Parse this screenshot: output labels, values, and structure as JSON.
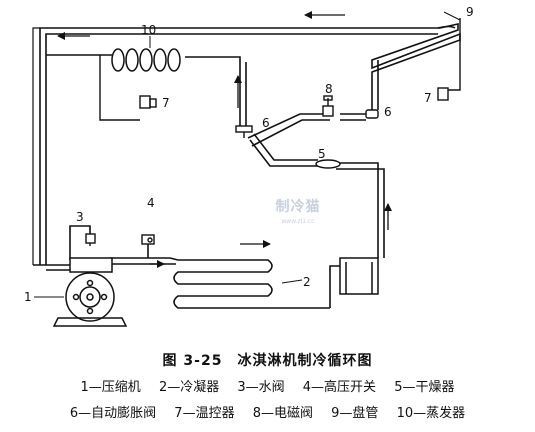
{
  "figure": {
    "title": "图 3-25　冰淇淋机制冷循环图",
    "labels": {
      "n1": "1",
      "n2": "2",
      "n3": "3",
      "n4": "4",
      "n5": "5",
      "n6a": "6",
      "n6b": "6",
      "n7a": "7",
      "n7b": "7",
      "n8": "8",
      "n9": "9",
      "n10": "10"
    },
    "legend_row1": [
      "1—压缩机",
      "2—冷凝器",
      "3—水阀",
      "4—高压开关",
      "5—干燥器"
    ],
    "legend_row2": [
      "6—自动膨胀阀",
      "7—温控器",
      "8—电磁阀",
      "9—盘管",
      "10—蒸发器"
    ]
  },
  "watermark": {
    "line1": "制冷猫",
    "line2": "www.zl1.cc"
  },
  "colors": {
    "line": "#111111",
    "background": "#ffffff",
    "watermark": "#c7d0dc"
  }
}
